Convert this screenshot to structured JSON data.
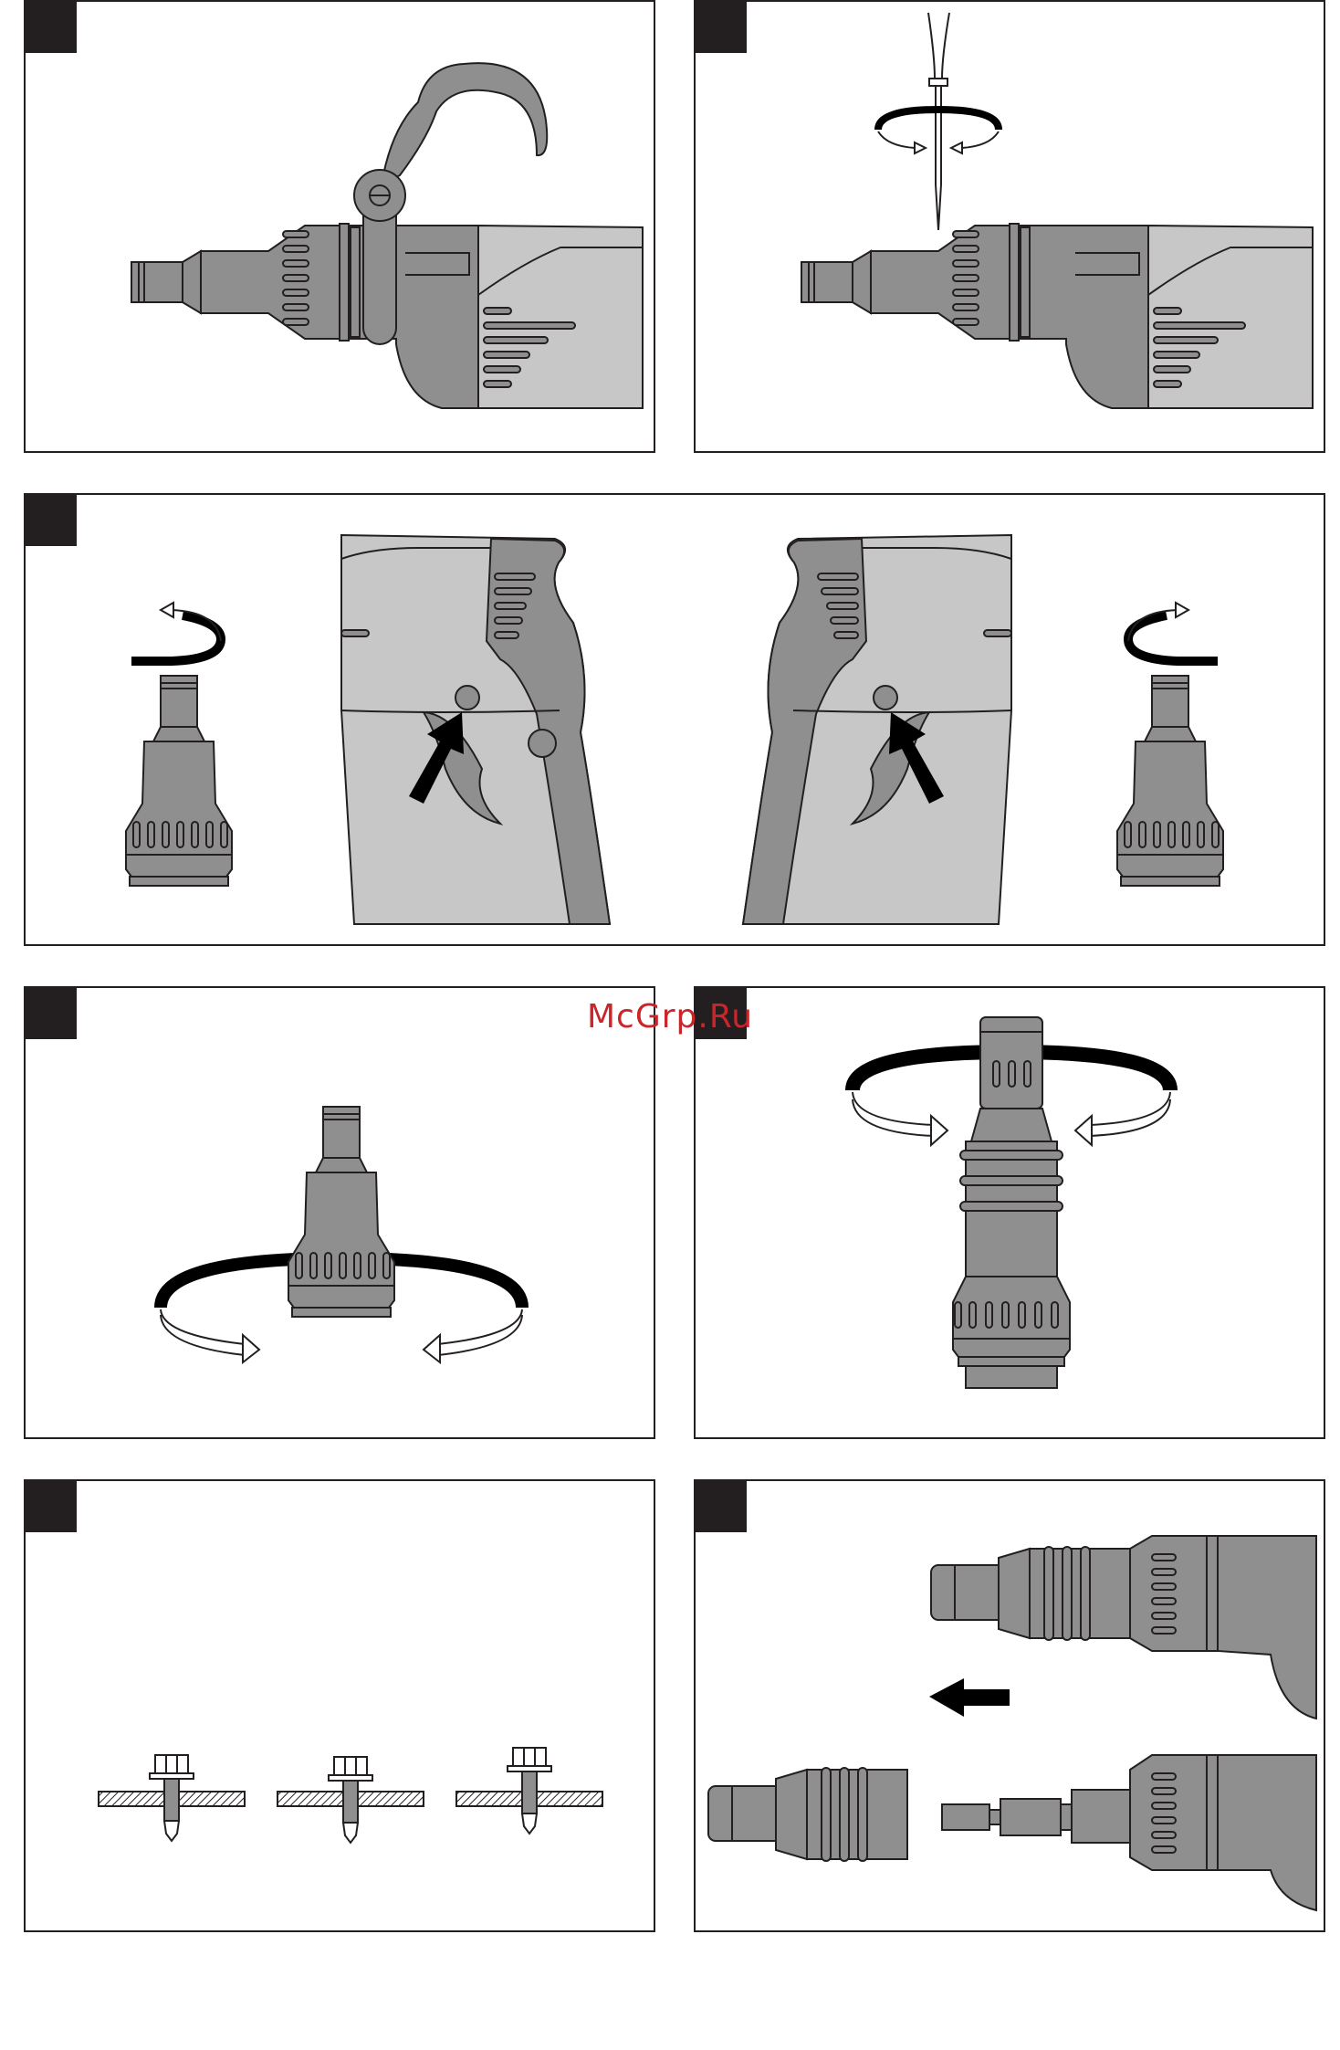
{
  "page": {
    "watermark": "McGrp.Ru",
    "colors": {
      "tool_gray": "#8f8f8f",
      "light_gray": "#c7c7c7",
      "outline": "#231f20",
      "watermark": "#c8262b"
    }
  },
  "figures": [
    {
      "id": "fig-1",
      "depicts": "drill-with-side-handle-clamp"
    },
    {
      "id": "fig-2",
      "depicts": "drill-with-screwdriver-adjust"
    },
    {
      "id": "fig-3",
      "depicts": "depth-locator-and-lock-button"
    },
    {
      "id": "fig-4",
      "depicts": "nosepiece-rotate"
    },
    {
      "id": "fig-5",
      "depicts": "depth-collar-rotate"
    },
    {
      "id": "fig-6",
      "depicts": "screw-depth-settings"
    },
    {
      "id": "fig-7",
      "depicts": "nosepiece-removal"
    }
  ]
}
